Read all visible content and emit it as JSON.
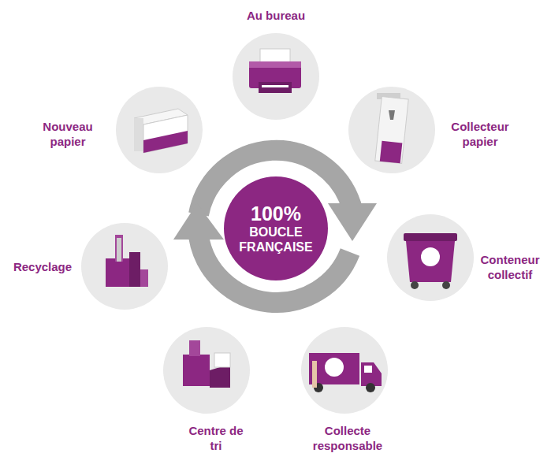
{
  "diagram": {
    "nodes": [
      {
        "text": [
          "100%",
          "BOUCLE FRANÇAISE"
        ]
      },
      {
        "text": [
          "Au bureau"
        ]
      },
      {
        "text": [
          "Collecteur papier"
        ]
      },
      {
        "text": [
          "Conteneur collectif"
        ]
      },
      {
        "text": [
          "Collecte responsable"
        ]
      },
      {
        "text": [
          "Centre de tri"
        ]
      },
      {
        "text": [
          "Recyclage"
        ]
      },
      {
        "text": [
          "Nouveau papier"
        ]
      }
    ]
  }
}
